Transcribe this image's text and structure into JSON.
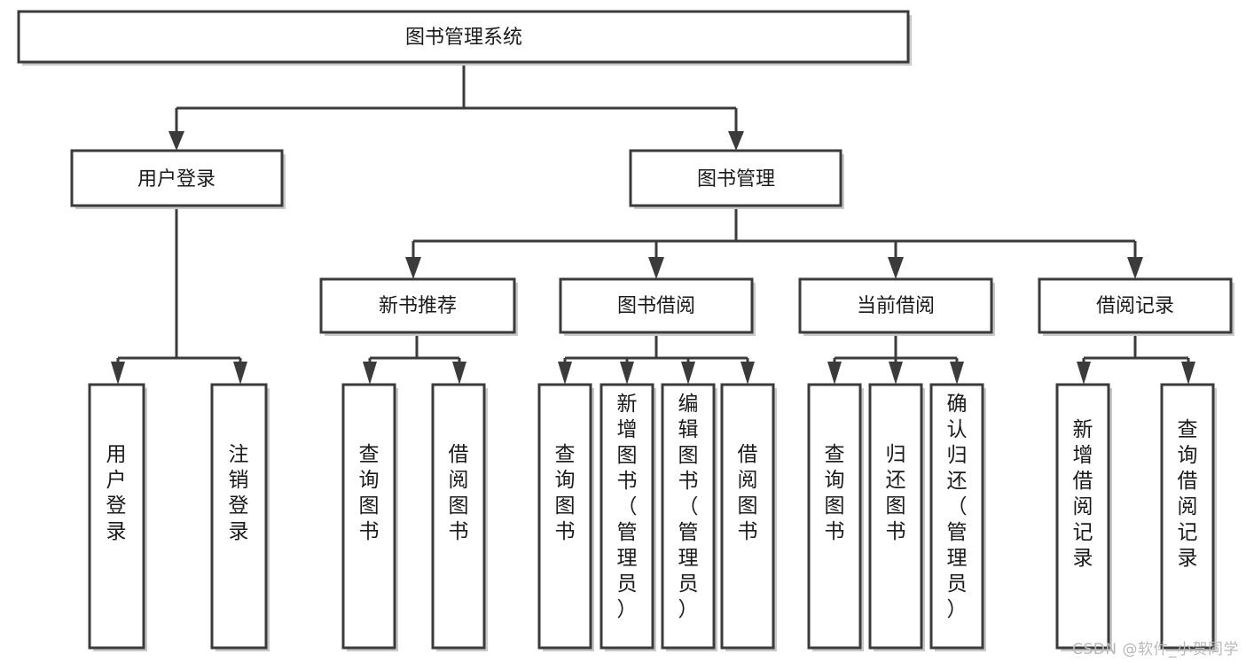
{
  "diagram": {
    "type": "tree",
    "title": "图书管理系统",
    "root": {
      "id": "root",
      "label": "图书管理系统"
    },
    "level2": [
      {
        "id": "user-login",
        "label": "用户登录"
      },
      {
        "id": "book-manage",
        "label": "图书管理"
      }
    ],
    "level3": [
      {
        "id": "new-book-rec",
        "label": "新书推荐",
        "parent": "book-manage"
      },
      {
        "id": "book-borrow",
        "label": "图书借阅",
        "parent": "book-manage"
      },
      {
        "id": "current-borrow",
        "label": "当前借阅",
        "parent": "book-manage"
      },
      {
        "id": "borrow-record",
        "label": "借阅记录",
        "parent": "book-manage"
      }
    ],
    "leaves": [
      {
        "id": "leaf-user-login",
        "label": "用户登录",
        "parent": "user-login"
      },
      {
        "id": "leaf-logout",
        "label": "注销登录",
        "parent": "user-login"
      },
      {
        "id": "leaf-query-book-1",
        "label": "查询图书",
        "parent": "new-book-rec"
      },
      {
        "id": "leaf-borrow-book-1",
        "label": "借阅图书",
        "parent": "new-book-rec"
      },
      {
        "id": "leaf-query-book-2",
        "label": "查询图书",
        "parent": "book-borrow"
      },
      {
        "id": "leaf-add-book",
        "label": "新增图书（管理员）",
        "parent": "book-borrow"
      },
      {
        "id": "leaf-edit-book",
        "label": "编辑图书（管理员）",
        "parent": "book-borrow"
      },
      {
        "id": "leaf-borrow-book-2",
        "label": "借阅图书",
        "parent": "book-borrow"
      },
      {
        "id": "leaf-query-book-3",
        "label": "查询图书",
        "parent": "current-borrow"
      },
      {
        "id": "leaf-return-book",
        "label": "归还图书",
        "parent": "current-borrow"
      },
      {
        "id": "leaf-confirm-return",
        "label": "确认归还（管理员）",
        "parent": "current-borrow"
      },
      {
        "id": "leaf-add-record",
        "label": "新增借阅记录",
        "parent": "borrow-record"
      },
      {
        "id": "leaf-query-record",
        "label": "查询借阅记录",
        "parent": "borrow-record"
      }
    ],
    "colors": {
      "stroke": "#3b3b3b",
      "fill": "#ffffff",
      "text": "#1a1a1a",
      "shadow": "#c9c9c9",
      "watermark": "#b8b8b8"
    }
  },
  "watermark": {
    "text": "CSDN @软件_小贺同学"
  }
}
